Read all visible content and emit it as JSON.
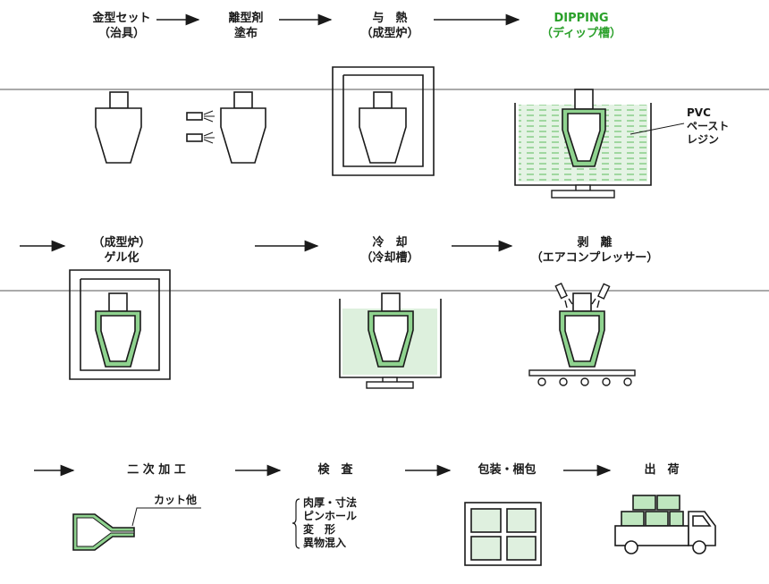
{
  "colors": {
    "green": "#2aa02a",
    "fill": "#dff0df",
    "line": "#1a1a1a"
  },
  "row1": {
    "step1": {
      "line1": "金型セット",
      "line2": "（治具）"
    },
    "step2": {
      "line1": "離型剤",
      "line2": "塗布"
    },
    "step3": {
      "line1": "与　熱",
      "line2": "（成型炉）"
    },
    "step4": {
      "line1": "DIPPING",
      "line2": "（ディップ槽）"
    },
    "pvc": {
      "line1": "PVC",
      "line2": "ペースト",
      "line3": "レジン"
    }
  },
  "row2": {
    "step5": {
      "line1": "（成型炉）",
      "line2": "ゲル化"
    },
    "step6": {
      "line1": "冷　却",
      "line2": "（冷却槽）"
    },
    "step7": {
      "line1": "剥　離",
      "line2": "（エアコンプレッサー）"
    }
  },
  "row3": {
    "step8": "二 次 加 工",
    "cut_label": "カット他",
    "step9": "検　査",
    "inspection_items": [
      "肉厚・寸法",
      "ピンホール",
      "変　形",
      "異物混入"
    ],
    "step10": "包装・梱包",
    "step11": "出　荷"
  }
}
